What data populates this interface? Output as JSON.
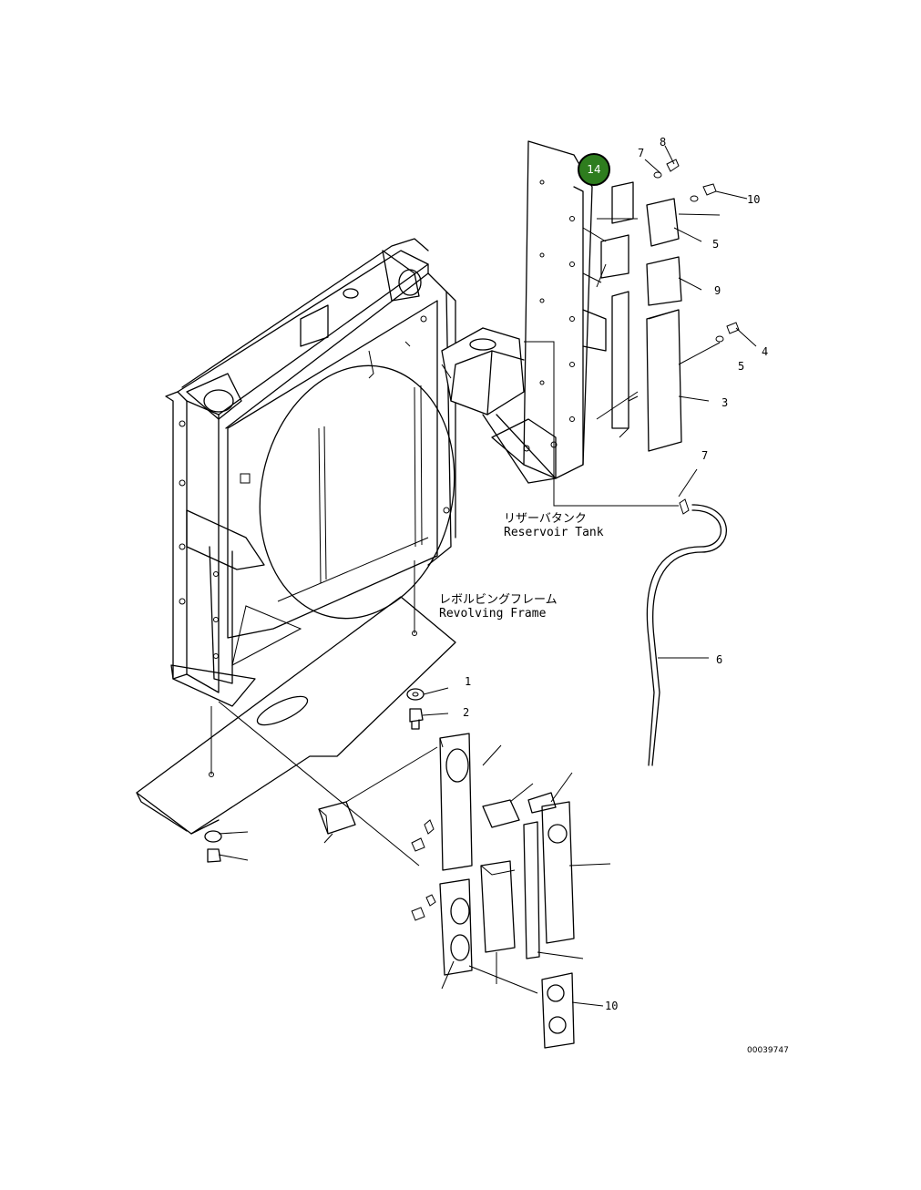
{
  "labels": {
    "reservoir_tank_jp": "リザーバタンク",
    "reservoir_tank_en": "Reservoir Tank",
    "revolving_frame_jp": "レボルビングフレーム",
    "revolving_frame_en": "Revolving Frame"
  },
  "part_numbers": {
    "n_top_7": "7",
    "n_top_8": "8",
    "n_10a": "10",
    "n_5a": "5",
    "n_9a": "9",
    "n_4": "4",
    "n_5b": "5",
    "n_3": "3",
    "n_7b": "7",
    "n_6": "6",
    "n_1": "1",
    "n_2": "2",
    "n_10b": "10"
  },
  "badge": {
    "number": "14",
    "color": "#2e7d1e"
  },
  "figure_id": "00039747"
}
